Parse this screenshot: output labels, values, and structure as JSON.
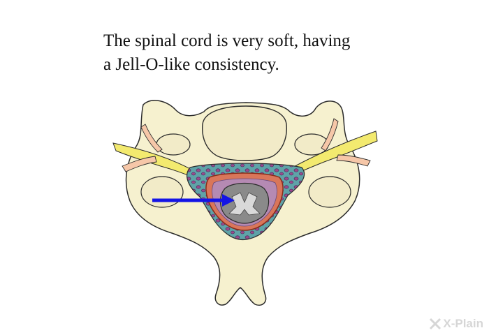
{
  "caption": {
    "line1": "The spinal cord is very soft, having",
    "line2": "a Jell-O-like consistency."
  },
  "logo": {
    "text": "X-Plain"
  },
  "colors": {
    "bone": "#f6f1cf",
    "bone_outline": "#2b2b2b",
    "nerve": "#f3ea6f",
    "fat_tissue": "#5fa3a8",
    "dura": "#c0603a",
    "cord_gray": "#8a8a8a",
    "arrow": "#1414e6",
    "logo": "#d6d6d6"
  },
  "icons": [
    "arrow-icon",
    "x-plain-logo-icon"
  ]
}
